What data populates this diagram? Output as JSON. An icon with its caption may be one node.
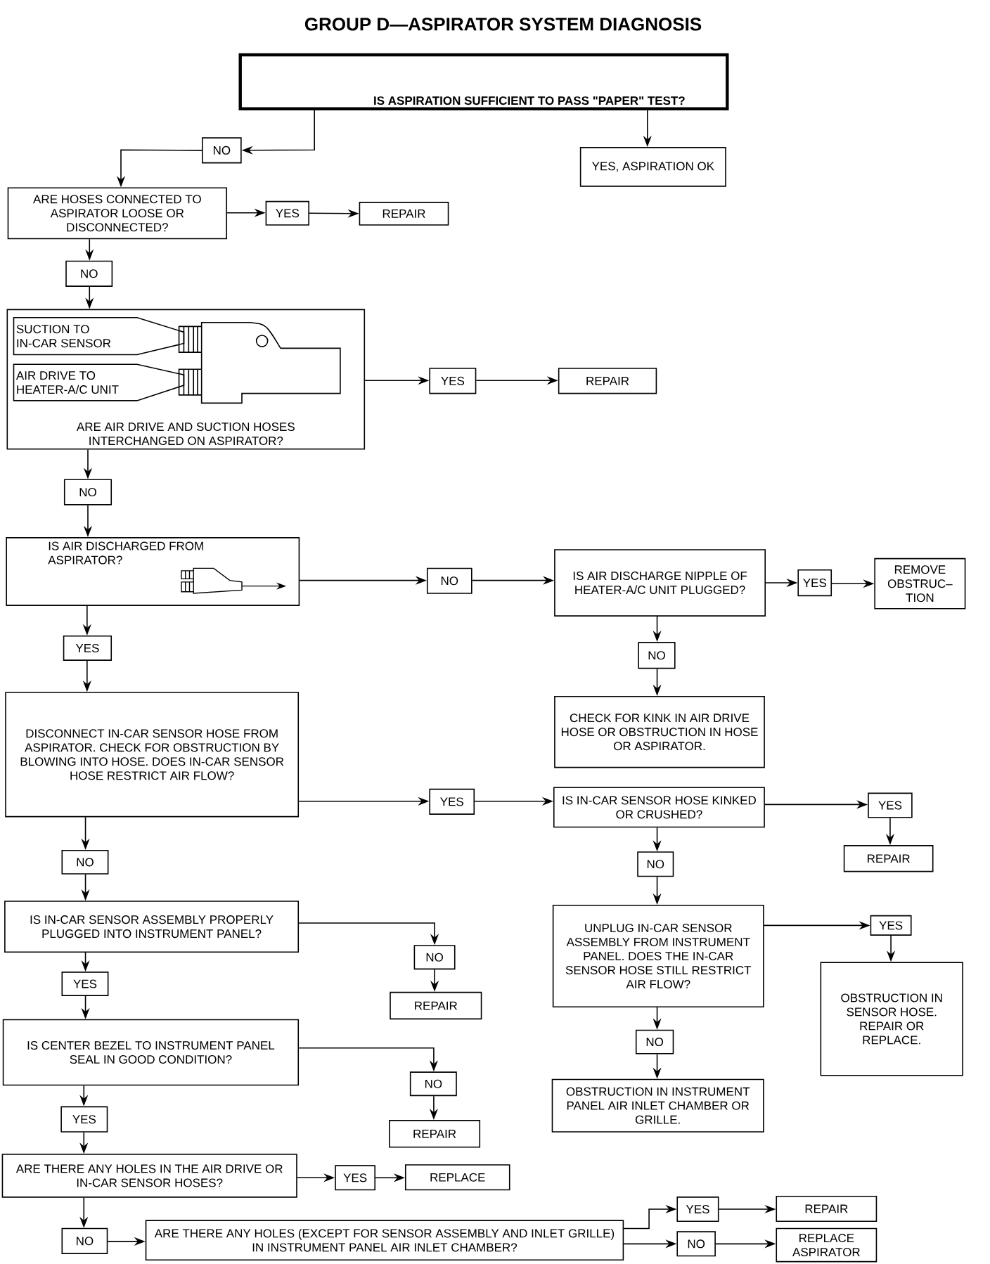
{
  "diagram": {
    "title": "GROUP D—ASPIRATOR SYSTEM DIAGNOSIS",
    "nodes": [
      {
        "text": [
          "IS ASPIRATION SUFFICIENT TO PASS \"PAPER\" TEST?"
        ]
      },
      {
        "text": [
          "NO"
        ]
      },
      {
        "text": [
          "YES, ASPIRATION OK"
        ]
      },
      {
        "text": [
          "ARE HOSES CONNECTED TO ASPIRATOR LOOSE OR DISCONNECTED?"
        ]
      },
      {
        "text": [
          "YES"
        ]
      },
      {
        "text": [
          "REPAIR"
        ]
      },
      {
        "text": [
          "NO"
        ]
      },
      {
        "text": [
          "ARE AIR DRIVE AND SUCTION HOSES INTERCHANGED ON ASPIRATOR?"
        ]
      },
      {
        "text": [
          "SUCTION TO IN-CAR SENSOR"
        ],
        "in": 7
      },
      {
        "text": [
          "AIR DRIVE TO HEATER-A/C UNIT"
        ],
        "in": 7
      },
      {
        "text": [
          "YES"
        ]
      },
      {
        "text": [
          "REPAIR"
        ]
      },
      {
        "text": [
          "NO"
        ]
      },
      {
        "text": [
          "IS AIR DISCHARGED FROM ASPIRATOR?"
        ]
      },
      {
        "text": [
          "NO"
        ]
      },
      {
        "text": [
          "IS AIR DISCHARGE NIPPLE OF HEATER-A/C UNIT PLUGGED?"
        ]
      },
      {
        "text": [
          "YES"
        ]
      },
      {
        "text": [
          "REMOVE OBSTRUC– TION"
        ]
      },
      {
        "text": [
          "YES"
        ]
      },
      {
        "text": [
          "NO"
        ]
      },
      {
        "text": [
          "DISCONNECT IN-CAR SENSOR HOSE FROM ASPIRATOR. CHECK FOR OBSTRUCTION BY BLOWING INTO HOSE. DOES IN-CAR SENSOR HOSE RESTRICT AIR FLOW?"
        ]
      },
      {
        "text": [
          "CHECK FOR KINK IN AIR DRIVE HOSE OR OBSTRUCTION IN HOSE OR ASPIRATOR."
        ]
      },
      {
        "text": [
          "YES"
        ]
      },
      {
        "text": [
          "IS IN-CAR SENSOR HOSE KINKED OR CRUSHED?"
        ]
      },
      {
        "text": [
          "YES"
        ]
      },
      {
        "text": [
          "REPAIR"
        ]
      },
      {
        "text": [
          "NO"
        ]
      },
      {
        "text": [
          "NO"
        ]
      },
      {
        "text": [
          "IS IN-CAR SENSOR ASSEMBLY PROPERLY PLUGGED INTO INSTRUMENT PANEL?"
        ]
      },
      {
        "text": [
          "UNPLUG IN-CAR SENSOR ASSEMBLY FROM INSTRUMENT PANEL. DOES THE IN-CAR SENSOR HOSE STILL RESTRICT AIR FLOW?"
        ]
      },
      {
        "text": [
          "YES"
        ]
      },
      {
        "text": [
          "NO"
        ]
      },
      {
        "text": [
          "YES"
        ]
      },
      {
        "text": [
          "REPAIR"
        ]
      },
      {
        "text": [
          "OBSTRUCTION IN SENSOR HOSE. REPAIR OR REPLACE."
        ]
      },
      {
        "text": [
          "IS CENTER BEZEL TO INSTRUMENT PANEL SEAL IN GOOD CONDITION?"
        ]
      },
      {
        "text": [
          "NO"
        ]
      },
      {
        "text": [
          "NO"
        ]
      },
      {
        "text": [
          "OBSTRUCTION IN INSTRUMENT PANEL AIR INLET CHAMBER OR GRILLE."
        ]
      },
      {
        "text": [
          "YES"
        ]
      },
      {
        "text": [
          "REPAIR"
        ]
      },
      {
        "text": [
          "ARE THERE ANY HOLES IN THE AIR DRIVE OR IN-CAR SENSOR HOSES?"
        ]
      },
      {
        "text": [
          "YES"
        ]
      },
      {
        "text": [
          "REPLACE"
        ]
      },
      {
        "text": [
          "NO"
        ]
      },
      {
        "text": [
          "ARE THERE ANY HOLES (EXCEPT FOR SENSOR ASSEMBLY AND INLET GRILLE) IN INSTRUMENT PANEL AIR INLET CHAMBER?"
        ]
      },
      {
        "text": [
          "YES"
        ]
      },
      {
        "text": [
          "REPAIR"
        ]
      },
      {
        "text": [
          "NO"
        ]
      },
      {
        "text": [
          "REPLACE ASPIRATOR"
        ]
      }
    ],
    "edges": [
      {
        "from": 0,
        "to": 1,
        "arrow": "to"
      },
      {
        "from": 1,
        "to": 3,
        "arrow": "to"
      },
      {
        "from": 0,
        "to": 2,
        "arrow": "to"
      },
      {
        "from": 3,
        "to": 4,
        "arrow": "to"
      },
      {
        "from": 4,
        "to": 5,
        "arrow": "to"
      },
      {
        "from": 3,
        "to": 6,
        "arrow": "to"
      },
      {
        "from": 6,
        "to": 7,
        "arrow": "to"
      },
      {
        "from": 7,
        "to": 10,
        "arrow": "to"
      },
      {
        "from": 10,
        "to": 11,
        "arrow": "to"
      },
      {
        "from": 7,
        "to": 12,
        "arrow": "to"
      },
      {
        "from": 12,
        "to": 13,
        "arrow": "to"
      },
      {
        "from": 13,
        "to": 14,
        "arrow": "to"
      },
      {
        "from": 14,
        "to": 15,
        "arrow": "to"
      },
      {
        "from": 15,
        "to": 16,
        "arrow": "to"
      },
      {
        "from": 16,
        "to": 17,
        "arrow": "to"
      },
      {
        "from": 13,
        "to": 18,
        "arrow": "to"
      },
      {
        "from": 18,
        "to": 20,
        "arrow": "to"
      },
      {
        "from": 15,
        "to": 19,
        "arrow": "to"
      },
      {
        "from": 19,
        "to": 21,
        "arrow": "to"
      },
      {
        "from": 20,
        "to": 22,
        "arrow": "to"
      },
      {
        "from": 22,
        "to": 23,
        "arrow": "to"
      },
      {
        "from": 23,
        "to": 24,
        "arrow": "to"
      },
      {
        "from": 24,
        "to": 25,
        "arrow": "to"
      },
      {
        "from": 20,
        "to": 26,
        "arrow": "to"
      },
      {
        "from": 26,
        "to": 28,
        "arrow": "to"
      },
      {
        "from": 23,
        "to": 27,
        "arrow": "to"
      },
      {
        "from": 27,
        "to": 29,
        "arrow": "to"
      },
      {
        "from": 28,
        "to": 31,
        "arrow": "to"
      },
      {
        "from": 31,
        "to": 33,
        "arrow": "to"
      },
      {
        "from": 28,
        "to": 32,
        "arrow": "to"
      },
      {
        "from": 32,
        "to": 35,
        "arrow": "to"
      },
      {
        "from": 29,
        "to": 30,
        "arrow": "to"
      },
      {
        "from": 30,
        "to": 34,
        "arrow": "to"
      },
      {
        "from": 29,
        "to": 36,
        "arrow": "to"
      },
      {
        "from": 36,
        "to": 38,
        "arrow": "to"
      },
      {
        "from": 35,
        "to": 37,
        "arrow": "to"
      },
      {
        "from": 37,
        "to": 40,
        "arrow": "to"
      },
      {
        "from": 35,
        "to": 39,
        "arrow": "to"
      },
      {
        "from": 39,
        "to": 41,
        "arrow": "to"
      },
      {
        "from": 41,
        "to": 42,
        "arrow": "to"
      },
      {
        "from": 42,
        "to": 43,
        "arrow": "to"
      },
      {
        "from": 41,
        "to": 44,
        "arrow": "to"
      },
      {
        "from": 44,
        "to": 45,
        "arrow": "to"
      },
      {
        "from": 45,
        "to": 46,
        "arrow": "to"
      },
      {
        "from": 46,
        "to": 47,
        "arrow": "to"
      },
      {
        "from": 45,
        "to": 48,
        "arrow": "to"
      },
      {
        "from": 48,
        "to": 49,
        "arrow": "to"
      }
    ]
  }
}
